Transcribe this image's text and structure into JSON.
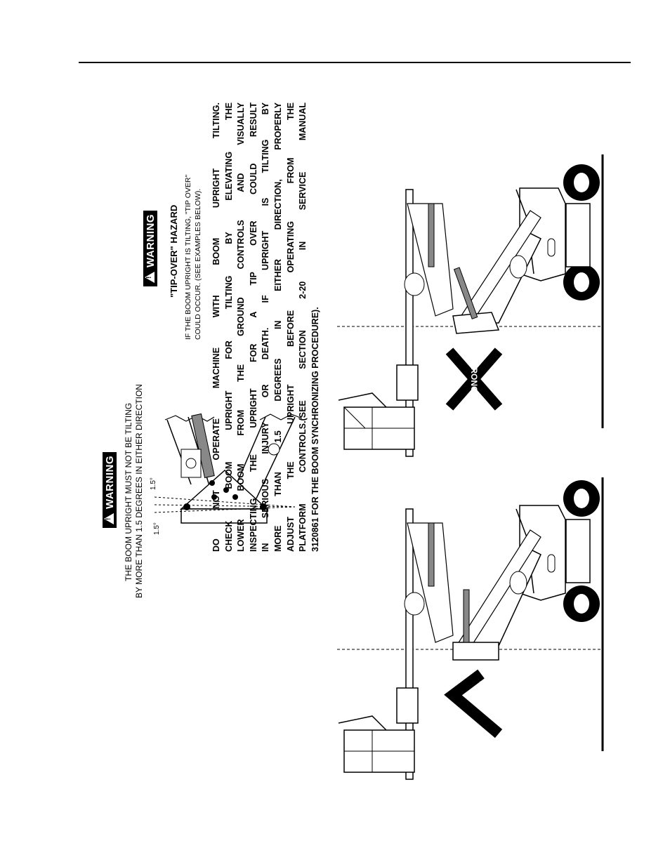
{
  "left_warning": {
    "badge": "WARNING",
    "line1": "THE BOOM UPRIGHT MUST NOT BE TILTING",
    "line2": "BY MORE THAN 1.5 DEGREES IN EITHER DIRECTION",
    "angle_upper": "1.5°",
    "angle_lower": "1.5°"
  },
  "right_warning": {
    "badge": "WARNING",
    "hazard_title": "\"TIP-OVER\" HAZARD",
    "sub_line1": "IF THE  BOOM UPRIGHT IS TILTING, \"TIP OVER\"",
    "sub_line2": "COULD OCCUR. (SEE EXAMPLES BELOW).",
    "body_lines": [
      "DO NOT OPERATE MACHINE WITH BOOM UPRIGHT TILTING.",
      "CHECK BOOM UPRIGHT FOR TILTING BY ELEVATING THE",
      "LOWER BOOM FROM THE GROUND CONTROLS AND VISUALLY",
      "INSPECTING THE UPRIGHT FOR A TIP OVER COULD RESULT",
      "IN SERIOUS INJURY OR DEATH. IF UPRIGHT IS TILTING BY",
      "MORE THAN 1.5 DEGREES IN EITHER DIRECTION, PROPERLY",
      "ADJUST THE UPRIGHT BEFORE OPERATING FROM THE",
      "PLATFORM CONTROLS.(SEE SECTION 2-20 IN SERVICE MANUAL",
      "3120861 FOR THE BOOM SYNCHRONIZING PROCEDURE)."
    ]
  },
  "examples": {
    "wrong_label": "WRONG",
    "right_label": "RIGHT"
  }
}
